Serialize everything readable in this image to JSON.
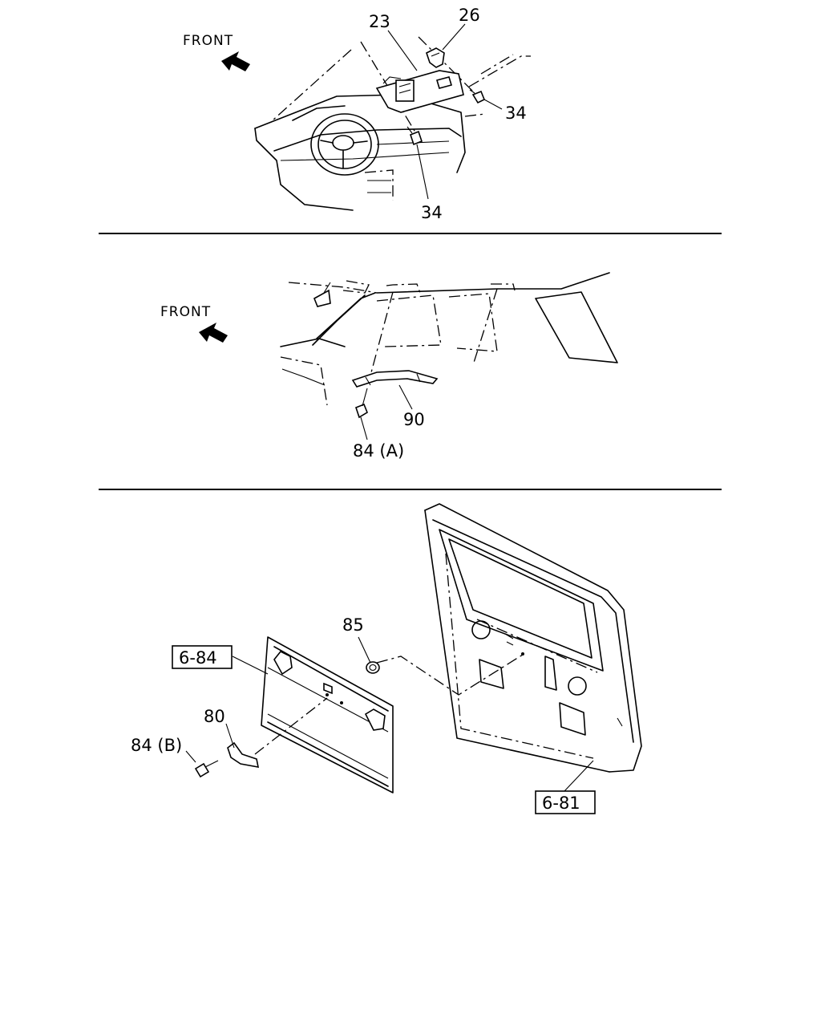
{
  "panels": {
    "top": {
      "front_label": "FRONT",
      "callouts": {
        "sun_visor": "23",
        "visor_holder": "26",
        "screw_right": "34",
        "screw_bottom": "34"
      }
    },
    "middle": {
      "front_label": "FRONT",
      "callouts": {
        "assist_grip": "90",
        "bolt": "84 (A)"
      }
    },
    "bottom": {
      "callouts": {
        "grommet": "85",
        "handle": "80",
        "bolt": "84 (B)"
      },
      "references": {
        "trim_panel": "6-84",
        "back_door": "6-81"
      }
    }
  }
}
